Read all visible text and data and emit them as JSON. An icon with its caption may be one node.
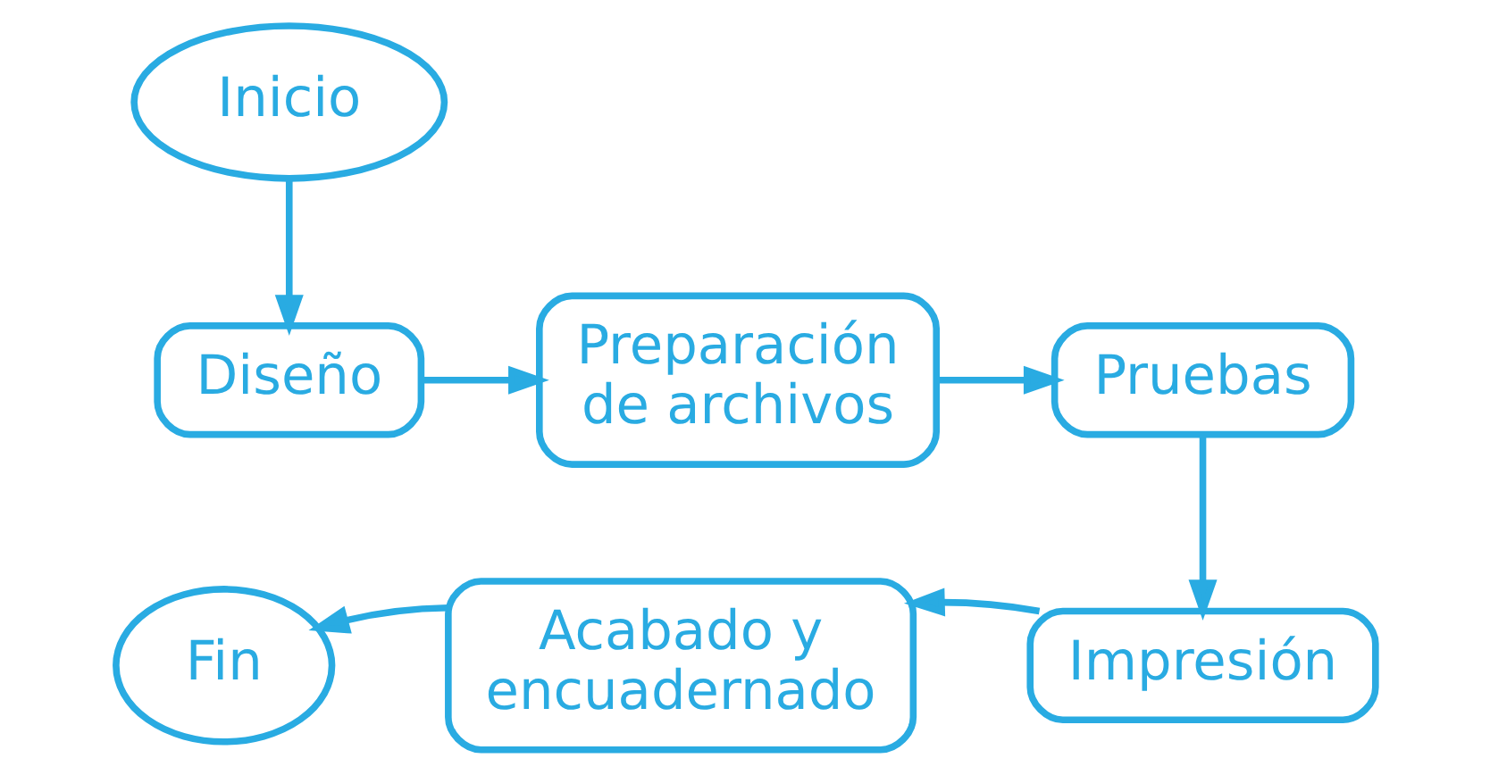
{
  "diagram": {
    "nodes": [
      {
        "text": [
          "Inicio"
        ]
      },
      {
        "text": [
          "Diseño"
        ]
      },
      {
        "text": [
          "Preparación de archivos"
        ]
      },
      {
        "text": [
          "Pruebas"
        ]
      },
      {
        "text": [
          "Impresión"
        ]
      },
      {
        "text": [
          "Acabado y encuadernado"
        ]
      },
      {
        "text": [
          "Fin"
        ]
      }
    ],
    "edges": [
      {
        "from": 0,
        "to": 1,
        "arrow": "to"
      },
      {
        "from": 1,
        "to": 2,
        "arrow": "to"
      },
      {
        "from": 2,
        "to": 3,
        "arrow": "to"
      },
      {
        "from": 3,
        "to": 4,
        "arrow": "to"
      },
      {
        "from": 4,
        "to": 5,
        "arrow": "to"
      },
      {
        "from": 5,
        "to": 6,
        "arrow": "to"
      }
    ]
  }
}
